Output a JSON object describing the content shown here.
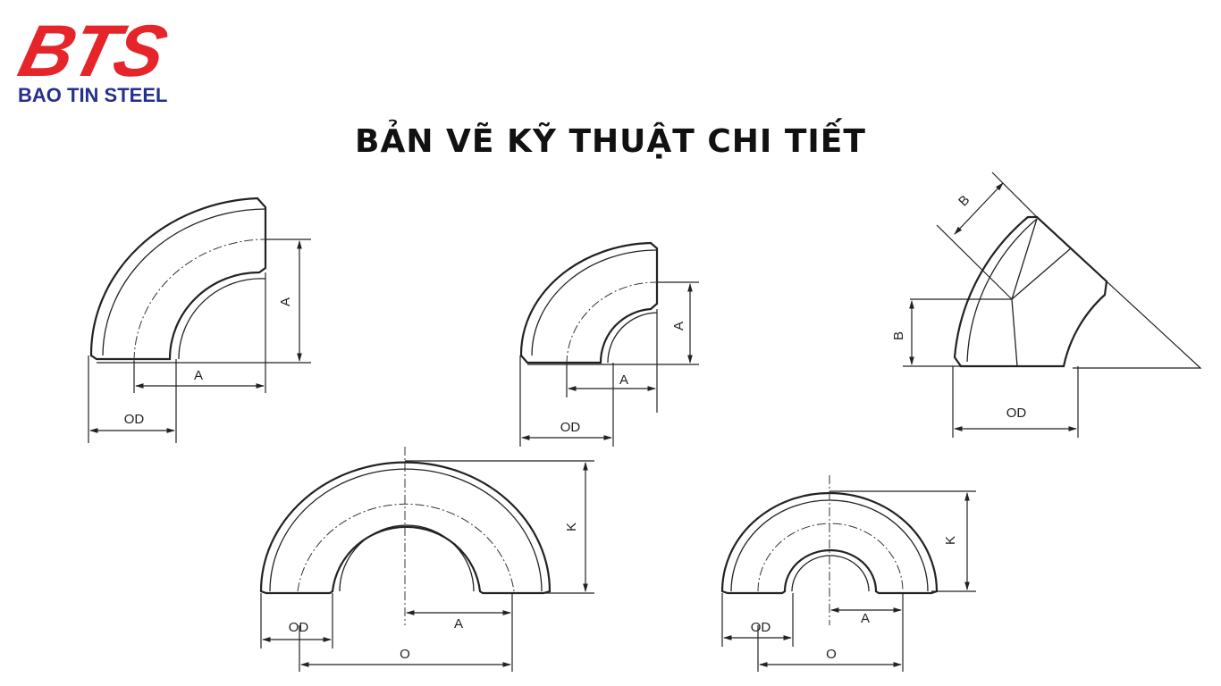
{
  "logo": {
    "mark": "BTS",
    "name": "BAO TIN STEEL",
    "colors": {
      "mark": "#e5252a",
      "name": "#25308e"
    }
  },
  "title": "BẢN VẼ KỸ THUẬT CHI TIẾT",
  "drawings": {
    "elbow_90_long": {
      "vertical": "A",
      "horizontal": "A",
      "od": "OD"
    },
    "elbow_90_short": {
      "vertical": "A",
      "horizontal": "A",
      "od": "OD"
    },
    "elbow_45": {
      "top": "B",
      "side": "B",
      "od": "OD"
    },
    "return_long": {
      "k": "K",
      "od": "OD",
      "a": "A",
      "o": "O"
    },
    "return_short": {
      "k": "K",
      "od": "OD",
      "a": "A",
      "o": "O"
    }
  }
}
